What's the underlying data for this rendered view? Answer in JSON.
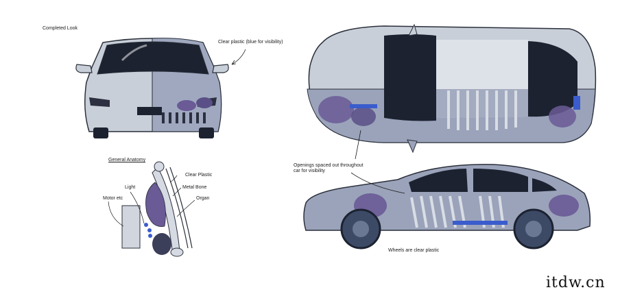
{
  "labels": {
    "completed_look": "Completed Look",
    "clear_plastic_blue": "Clear plastic (blue for visibility)",
    "general_anatomy": "General Anatomy",
    "clear_plastic": "Clear Plastic",
    "light": "Light",
    "metal_bone": "Metal Bone",
    "motor_etc": "Motor etc",
    "organ": "Organ",
    "openings_line1": "Openings spaced out throughout",
    "openings_line2": "car for visibility",
    "wheels": "Wheels are clear plastic"
  },
  "watermark": "itdw.cn",
  "colors": {
    "body_grey": "#c9cfd8",
    "dark_glass": "#1c2230",
    "purple_organ": "#6a5a96",
    "blue_accent": "#3a5ccc",
    "outline": "#2a2f3a"
  }
}
